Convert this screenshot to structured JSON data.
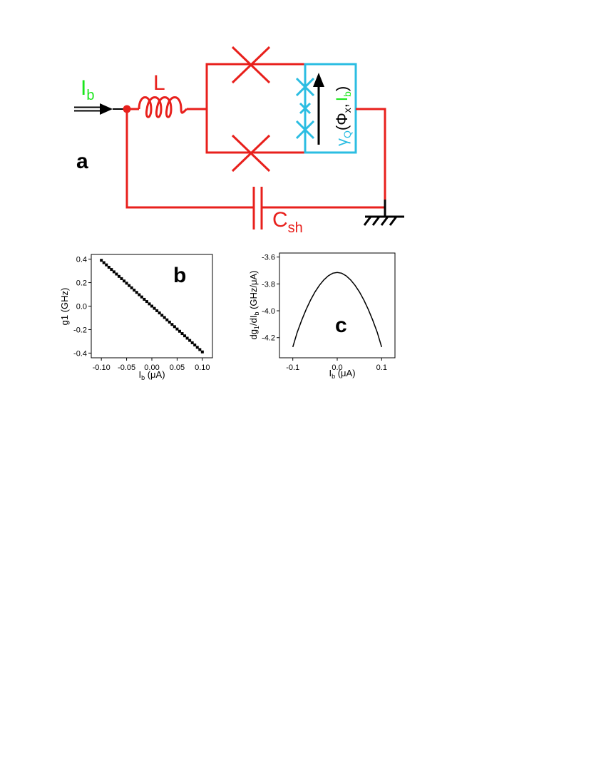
{
  "colors": {
    "circuit": "#e8201c",
    "qubit": "#2bbde2",
    "bias": "#19e61a",
    "ink": "#000000",
    "node": "#e8201c"
  },
  "panel_a": {
    "label": "a",
    "bias_current": {
      "main": "I",
      "sub": "b"
    },
    "inductor": "L",
    "capacitor": {
      "main": "C",
      "sub": "sh"
    },
    "qubit": {
      "gamma": "γ",
      "gamma_sub": "Q",
      "open": "(",
      "phi": "Φ",
      "phi_sub": "x",
      "comma": ",",
      "ib": "I",
      "ib_sub": "b",
      "close": ")"
    },
    "ground_icon": "ground-icon"
  },
  "chart_data": [
    {
      "panel": "b",
      "type": "scatter",
      "title": "",
      "xlabel": {
        "main": "I",
        "sub": "b",
        "rest": " (μA)"
      },
      "ylabel": "g1 (GHz)",
      "xlim": [
        -0.12,
        0.12
      ],
      "ylim": [
        -0.44,
        0.44
      ],
      "x_ticks": [
        "-0.10",
        "-0.05",
        "0.00",
        "0.05",
        "0.10"
      ],
      "y_ticks": [
        "0.4",
        "0.2",
        "0.0",
        "-0.2",
        "-0.4"
      ],
      "series": [
        {
          "x": [
            -0.1,
            -0.095,
            -0.09,
            -0.085,
            -0.08,
            -0.075,
            -0.07,
            -0.065,
            -0.06,
            -0.055,
            -0.05,
            -0.045,
            -0.04,
            -0.035,
            -0.03,
            -0.025,
            -0.02,
            -0.015,
            -0.01,
            -0.005,
            0.0,
            0.005,
            0.01,
            0.015,
            0.02,
            0.025,
            0.03,
            0.035,
            0.04,
            0.045,
            0.05,
            0.055,
            0.06,
            0.065,
            0.07,
            0.075,
            0.08,
            0.085,
            0.09,
            0.095,
            0.1
          ],
          "y": [
            0.39,
            0.37,
            0.351,
            0.331,
            0.312,
            0.292,
            0.273,
            0.253,
            0.234,
            0.214,
            0.195,
            0.175,
            0.156,
            0.136,
            0.117,
            0.097,
            0.078,
            0.058,
            0.039,
            0.019,
            0.0,
            -0.019,
            -0.039,
            -0.058,
            -0.078,
            -0.097,
            -0.117,
            -0.136,
            -0.156,
            -0.175,
            -0.195,
            -0.214,
            -0.234,
            -0.253,
            -0.273,
            -0.292,
            -0.312,
            -0.331,
            -0.351,
            -0.37,
            -0.39
          ]
        }
      ],
      "grid": false
    },
    {
      "panel": "c",
      "type": "line",
      "title": "",
      "xlabel": {
        "main": "I",
        "sub": "b",
        "rest": " (μA)"
      },
      "ylabel": {
        "a": "dg",
        "sub1": "1",
        "b": "/dI",
        "sub2": "b",
        "c": " (GHz/μA)"
      },
      "xlim": [
        -0.13,
        0.13
      ],
      "ylim": [
        -4.35,
        -3.57
      ],
      "x_ticks": [
        "-0.1",
        "0.0",
        "0.1"
      ],
      "y_ticks": [
        "-3.6",
        "-3.8",
        "-4.0",
        "-4.2"
      ],
      "series": [
        {
          "x": [
            -0.1,
            -0.09,
            -0.08,
            -0.07,
            -0.06,
            -0.05,
            -0.04,
            -0.03,
            -0.02,
            -0.01,
            0.0,
            0.01,
            0.02,
            0.03,
            0.04,
            0.05,
            0.06,
            0.07,
            0.08,
            0.09,
            0.1
          ],
          "y": [
            -4.27,
            -4.16,
            -4.07,
            -3.99,
            -3.92,
            -3.86,
            -3.81,
            -3.77,
            -3.74,
            -3.72,
            -3.715,
            -3.72,
            -3.74,
            -3.77,
            -3.81,
            -3.86,
            -3.92,
            -3.99,
            -4.07,
            -4.16,
            -4.27
          ]
        }
      ],
      "grid": false
    }
  ]
}
